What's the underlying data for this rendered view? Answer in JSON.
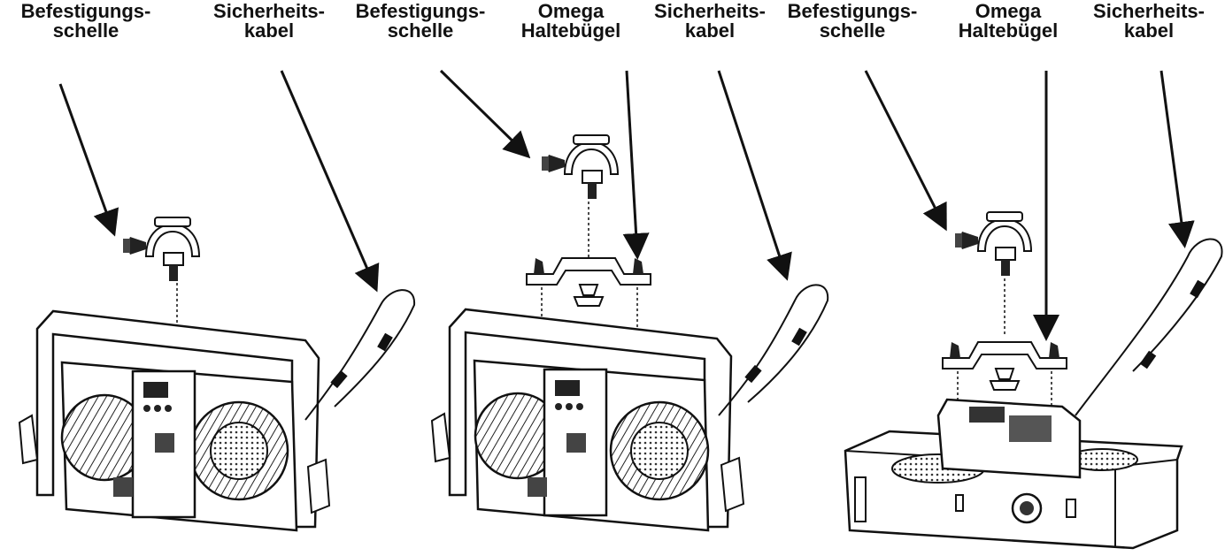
{
  "labels": {
    "clamp": {
      "line1": "Befestigungs-",
      "line2": "schelle"
    },
    "cable": {
      "line1": "Sicherheits-",
      "line2": "kabel"
    },
    "omega": {
      "line1": "Omega",
      "line2": "Haltebügel"
    }
  },
  "colors": {
    "ink": "#111111",
    "fill": "#ffffff",
    "shade": "#555555"
  }
}
